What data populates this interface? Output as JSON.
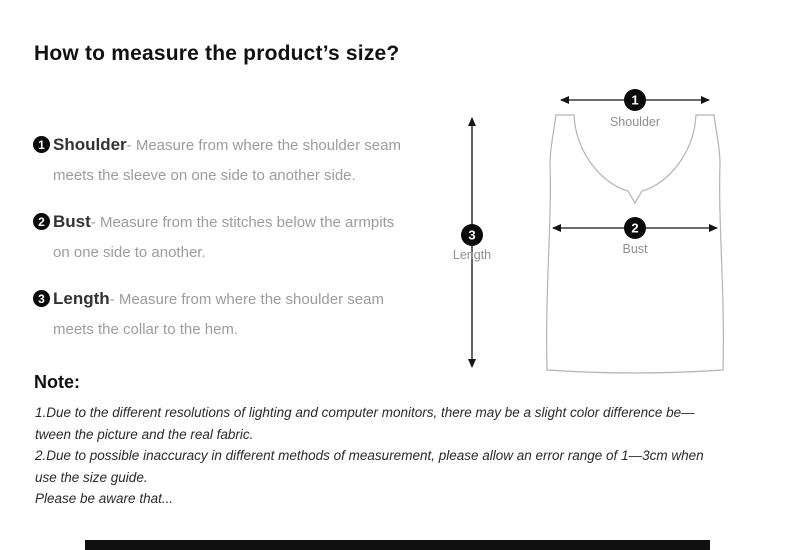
{
  "page": {
    "title": "How to measure the product’s size?"
  },
  "instructions": [
    {
      "num": "1",
      "label": "Shoulder",
      "desc": "- Measure from where the shoulder seam meets the sleeve on one side to another side."
    },
    {
      "num": "2",
      "label": "Bust",
      "desc": "- Measure from the stitches below the armpits on one side to another."
    },
    {
      "num": "3",
      "label": "Length",
      "desc": "- Measure from where the shoulder seam meets the collar to the hem."
    }
  ],
  "diagram": {
    "shoulder": {
      "num": "1",
      "label": "Shoulder"
    },
    "bust": {
      "num": "2",
      "label": "Bust"
    },
    "length": {
      "num": "3",
      "label": "Length"
    }
  },
  "note": {
    "heading": "Note:",
    "lines": [
      "1.Due to the different resolutions of lighting and computer monitors, there may be a slight color difference be—",
      "tween the picture and the real fabric.",
      "2.Due to possible inaccuracy in different methods of measurement, please allow an error range of 1—3cm when",
      "use the size guide.",
      "Please be aware that..."
    ]
  },
  "colors": {
    "badge_bg": "#0a0a0a",
    "badge_text": "#ffffff",
    "muted_text": "#9c9c9c",
    "diagram_line": "#b3b3b3",
    "arrow": "#151515"
  }
}
